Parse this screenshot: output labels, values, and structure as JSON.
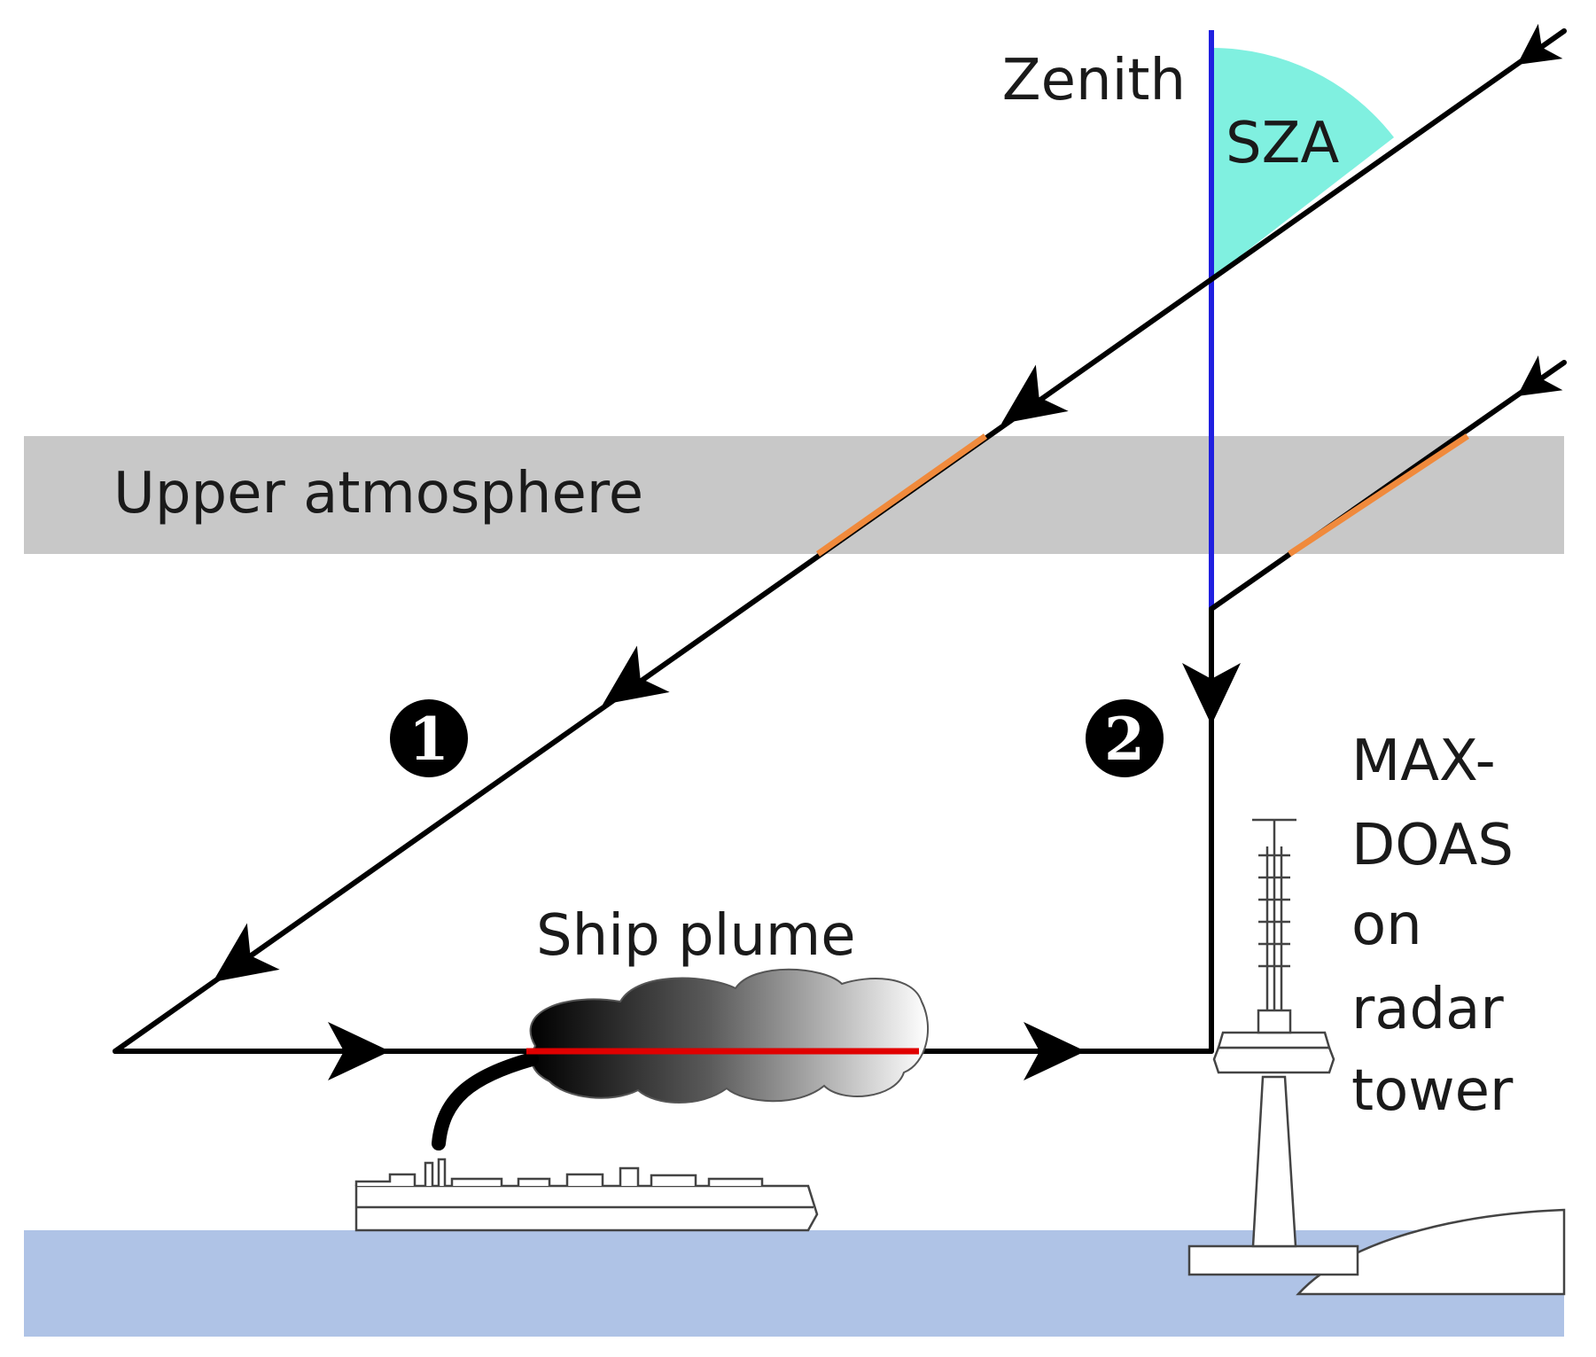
{
  "labels": {
    "zenith": "Zenith",
    "sza": "SZA",
    "upper_atmosphere": "Upper atmosphere",
    "ship_plume": "Ship plume",
    "path_1": "1",
    "path_2": "2",
    "instrument_lines": [
      "MAX-",
      "DOAS",
      "on",
      "radar",
      "tower"
    ]
  },
  "colors": {
    "upper_atmosphere_band": "#c8c8c8",
    "sea": "#afc3e6",
    "zenith_line": "#2020e0",
    "sza_arc": "#80f0e0",
    "stratospheric_absorption": "#f08a3c",
    "plume_absorption": "#e00000",
    "light_path": "#000000"
  }
}
